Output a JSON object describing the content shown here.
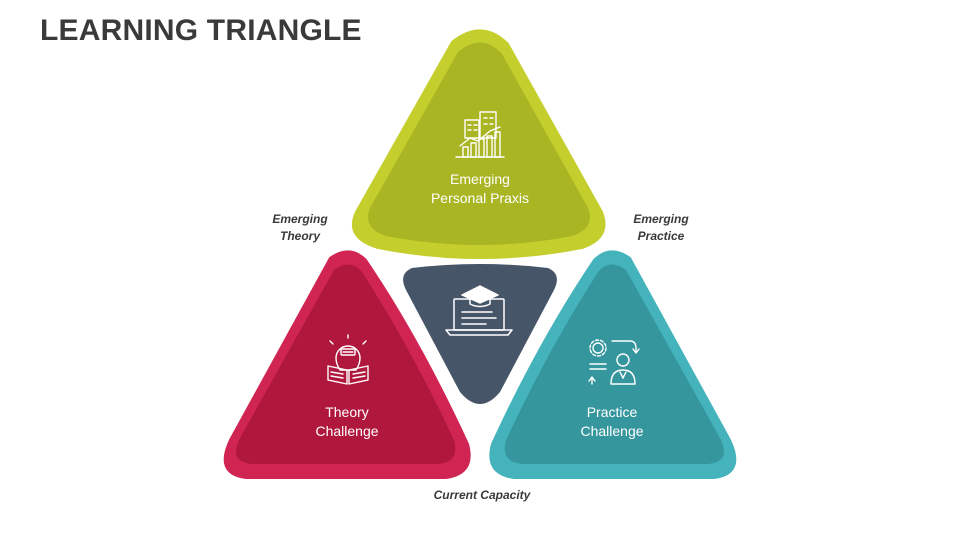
{
  "title": "LEARNING TRIANGLE",
  "side_labels": {
    "top_left": [
      "Emerging",
      "Theory"
    ],
    "top_right": [
      "Emerging",
      "Practice"
    ],
    "bottom": "Current Capacity"
  },
  "segments": {
    "top": {
      "lines": [
        "Emerging",
        "Personal Praxis"
      ],
      "icon": "city-growth-chart-icon",
      "color": "#a9b523",
      "edge": "#c4cf2e"
    },
    "left": {
      "lines": [
        "Theory",
        "Challenge"
      ],
      "icon": "lightbulb-book-icon",
      "color": "#b0173c",
      "edge": "#d02552"
    },
    "right": {
      "lines": [
        "Practice",
        "Challenge"
      ],
      "icon": "person-gear-cycle-icon",
      "color": "#35969e",
      "edge": "#45b3bc"
    },
    "center": {
      "icon": "laptop-graduation-cap-icon",
      "color": "#475569"
    }
  }
}
